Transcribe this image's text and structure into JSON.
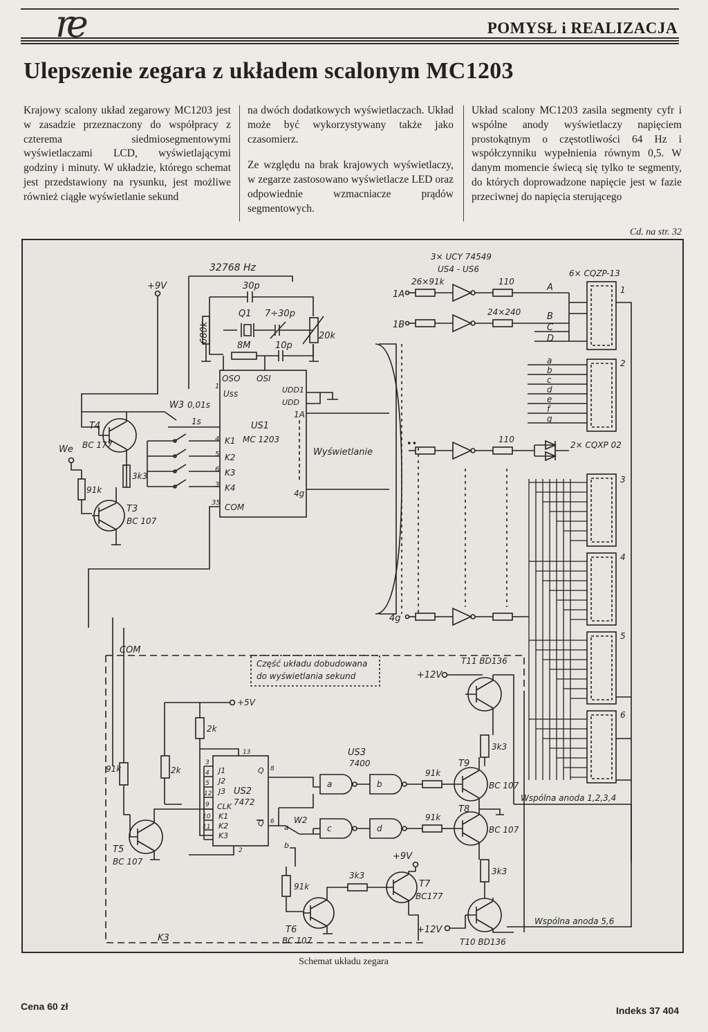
{
  "header": {
    "logo_text": "re",
    "section": "POMYSŁ i REALIZACJA"
  },
  "article": {
    "title": "Ulepszenie zegara z układem scalonym MC1203",
    "col1": "Krajowy scalony układ zegarowy MC1203 jest w zasadzie przeznaczony do współpracy z czterema siedmiosegmentowymi wyświetlaczami LCD, wyświetlającymi godziny i minuty. W układzie, którego schemat jest przedstawiony na rysunku, jest możliwe również ciągłe wyświetlanie sekund",
    "col2_p1": "na dwóch dodatkowych wyświetlaczach. Układ może być wykorzystywany także jako czasomierz.",
    "col2_p2": "Ze względu na brak krajowych wyświetlaczy, w zegarze zastosowano wyświetlacze LED oraz odpowiednie wzmacniacze prądów segmentowych.",
    "col3": "Układ scalony MC1203 zasila segmenty cyfr i wspólne anody wyświetlaczy napięciem prostokątnym o częstotliwości 64 Hz i współczynniku wypełnienia równym 0,5. W danym momencie świecą się tylko te segmenty, do których doprowadzone napięcie jest w fazie przeciwnej do napięcia sterującego",
    "continued": "Cd. na str. 32"
  },
  "schematic": {
    "freq": "32768 Hz",
    "v9": "+9V",
    "c30p": "30p",
    "q1": "Q1",
    "trim": "7÷30p",
    "r680k": "680k",
    "r8m": "8M",
    "c10p": "10p",
    "r20k": "20k",
    "oso": "OSO",
    "osi": "OSI",
    "uss": "Uss",
    "udd1": "UDD1",
    "udd": "UDD",
    "pin1a": "1A",
    "us1": "US1",
    "mc1203": "MC 1203",
    "k1": "K1",
    "k2": "K2",
    "k3": "K3",
    "k4": "K4",
    "com": "COM",
    "pin4g": "4g",
    "w3": "W3",
    "t001": "0,01s",
    "t1s": "1s",
    "t4": "T4",
    "bc177": "BC 177",
    "we": "We",
    "r3k3": "3k3",
    "r91k": "91k",
    "t3": "T3",
    "bc107": "BC 107",
    "pin1": "1",
    "pin4": "4",
    "pin5": "5",
    "pin6": "6",
    "pin3": "3",
    "pin2": "2",
    "pin35": "35",
    "wysw": "Wyświetlanie",
    "us4": "3× UCY 74549",
    "us4b": "US4 - US6",
    "cqzp": "6× CQZP-13",
    "r2691k": "26×91k",
    "r110": "110",
    "r24240": "24×240",
    "in1a": "1A",
    "in1b": "1B",
    "segA": "A",
    "segB": "B",
    "segC": "C",
    "segD": "D",
    "seg_a": "a",
    "seg_b": "b",
    "seg_c": "c",
    "seg_d": "d",
    "seg_e": "e",
    "seg_f": "f",
    "seg_g": "g",
    "cqxp": "2× CQXP 02",
    "in4g": "4g",
    "d1": "1",
    "d2": "2",
    "d3": "3",
    "d4": "4",
    "d5": "5",
    "d6": "6",
    "com2": "COM",
    "note1": "Część układu dobudowana",
    "note2": "do wyświetlania sekund",
    "v12a": "+12V",
    "t11": "T11 BD136",
    "v5": "+5V",
    "r2k": "2k",
    "r2k2": "2k",
    "r91k2": "91k",
    "us2": "US2",
    "ic7472": "7472",
    "j1": "J1",
    "j2": "J2",
    "j3": "J3",
    "clk": "CLK",
    "kk1": "K1",
    "kk2": "K2",
    "kk3": "K3",
    "q": "Q",
    "qbar": "Q",
    "p13": "13",
    "p3": "3",
    "p4": "4",
    "p5": "5",
    "p12": "12",
    "p9": "9",
    "p10": "10",
    "p11": "11",
    "p8": "8",
    "p6": "6",
    "p2": "2",
    "us3": "US3",
    "ic7400": "7400",
    "ga": "a",
    "gb": "b",
    "gc": "c",
    "gd": "d",
    "w2": "W2",
    "w2a": "a",
    "w2b": "b",
    "r91k3": "91k",
    "r91k4": "91k",
    "t9": "T9",
    "t9bc": "BC 107",
    "t8": "T8",
    "t8bc": "BC 107",
    "r3k3b": "3k3",
    "r3k3c": "3k3",
    "t5": "T5",
    "t5bc": "BC 107",
    "v9b": "+9V",
    "r3k3d": "3k3",
    "t7": "T7",
    "t7bc": "BC177",
    "r91k5": "91k",
    "t6": "T6",
    "t6bc": "BC 107",
    "v12b": "+12V",
    "t10": "T10 BD136",
    "anode1": "Wspólna anoda 1,2,3,4",
    "anode2": "Wspólna anoda 5,6",
    "k3bottom": "K3"
  },
  "caption": "Schemat układu zegara",
  "footer": {
    "price": "Cena 60 zł",
    "index": "Indeks 37 404"
  }
}
